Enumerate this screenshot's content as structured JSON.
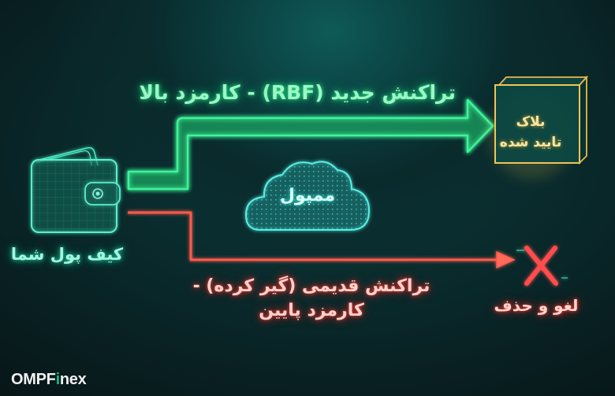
{
  "diagram": {
    "type": "rbf-transaction-flow",
    "colors": {
      "background": "#0a2a2c",
      "green_path": "#2ef08e",
      "red_path": "#ff4a3d",
      "cloud": "#3fe3d6",
      "block_gold": "#e7b94a",
      "brand_accent": "#17b87e"
    },
    "nodes": {
      "wallet": {
        "label": "کیف پول شما",
        "icon": "wallet-icon"
      },
      "mempool": {
        "label": "ممپول",
        "icon": "cloud-icon"
      },
      "block": {
        "line1": "بلاک",
        "line2": "تایید شده",
        "icon": "cube-icon"
      },
      "cancel": {
        "label": "لغو و حذف",
        "icon": "x-mark-icon"
      }
    },
    "edges": {
      "new_tx": {
        "label": "تراکنش جدید (RBF) - کارمزد بالا",
        "from": "wallet",
        "to": "block",
        "color": "green"
      },
      "old_tx": {
        "line1": "تراکنش قدیمی (گیر کرده) -",
        "line2": "کارمزد پایین",
        "from": "wallet",
        "to": "cancel",
        "color": "red"
      }
    }
  },
  "brand": {
    "prefix": "OMPF",
    "accent": "i",
    "suffix": "nex"
  }
}
